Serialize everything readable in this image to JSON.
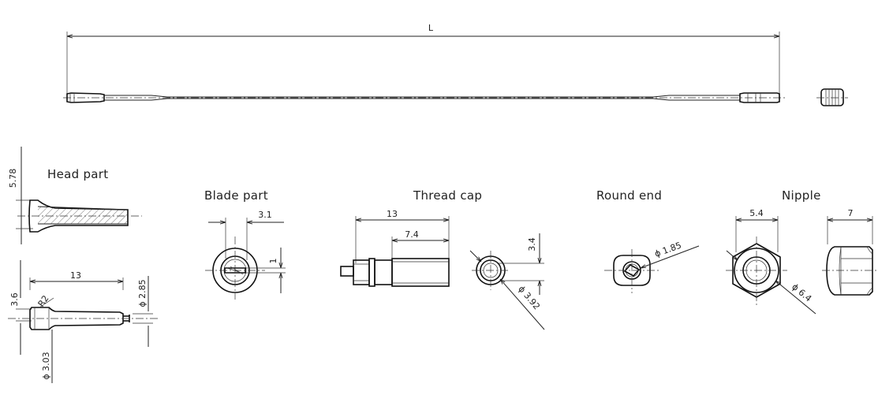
{
  "overall": {
    "length_label": "L"
  },
  "head_part": {
    "title": "Head part",
    "dim_height": "5.78",
    "dim_length": "13",
    "dim_dia_tip": "ϕ 2.85",
    "dim_shoulder": "3.6",
    "dim_radius": "R2",
    "dim_dia_body": "ϕ 3.03"
  },
  "blade_part": {
    "title": "Blade part",
    "dim_width": "3.1",
    "dim_slot": "1"
  },
  "thread_cap": {
    "title": "Thread cap",
    "dim_total": "13",
    "dim_thread": "7.4",
    "dim_offset": "3.4",
    "dim_dia": "ϕ 3.92"
  },
  "round_end": {
    "title": "Round end",
    "dim_dia": "ϕ 1.85"
  },
  "nipple": {
    "title": "Nipple",
    "dim_flats": "5.4",
    "dim_length": "7",
    "dim_dia": "ϕ 6.4"
  }
}
